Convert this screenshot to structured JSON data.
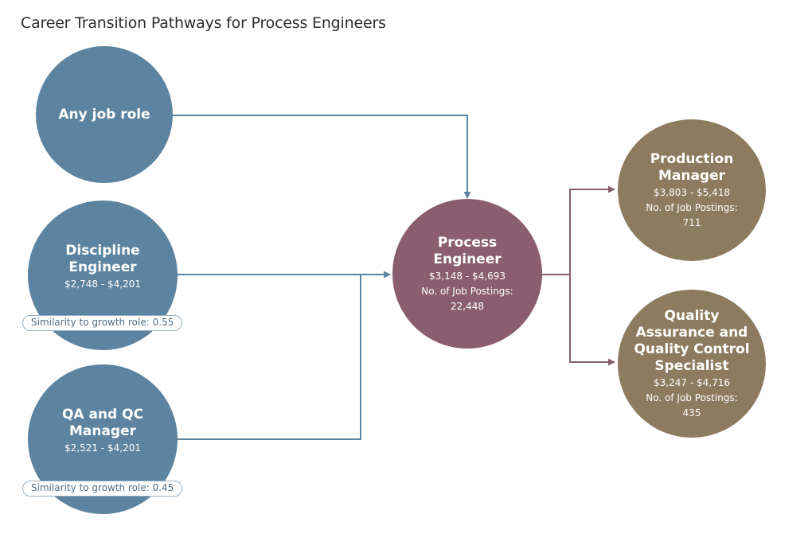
{
  "title": "Career Transition Pathways for Process Engineers",
  "colors": {
    "feeder_role": "#5c83a0",
    "growth_role": "#8a5e6f",
    "next_role": "#8d7b60",
    "feeder_arrow": "#5b84a3",
    "next_arrow": "#8a5e6f"
  },
  "feeder_roles": [
    {
      "name_lines": [
        "Any job role"
      ],
      "salary": "",
      "similarity": ""
    },
    {
      "name_lines": [
        "Discipline",
        "Engineer"
      ],
      "salary": "$2,748 - $4,201",
      "similarity": "Similarity to growth role: 0.55"
    },
    {
      "name_lines": [
        "QA and QC",
        "Manager"
      ],
      "salary": "$2,521 - $4,201",
      "similarity": "Similarity to growth role: 0.45"
    }
  ],
  "growth_role": {
    "name_lines": [
      "Process",
      "Engineer"
    ],
    "salary": "$3,148 - $4,693",
    "postings_label": "No. of Job Postings:",
    "postings": "22,448"
  },
  "next_roles": [
    {
      "name_lines": [
        "Production",
        "Manager"
      ],
      "salary": "$3,803 - $5,418",
      "postings_label": "No. of Job Postings:",
      "postings": "711"
    },
    {
      "name_lines": [
        "Quality",
        "Assurance and",
        "Quality Control",
        "Specialist"
      ],
      "salary": "$3,247 - $4,716",
      "postings_label": "No. of Job Postings:",
      "postings": "435"
    }
  ]
}
